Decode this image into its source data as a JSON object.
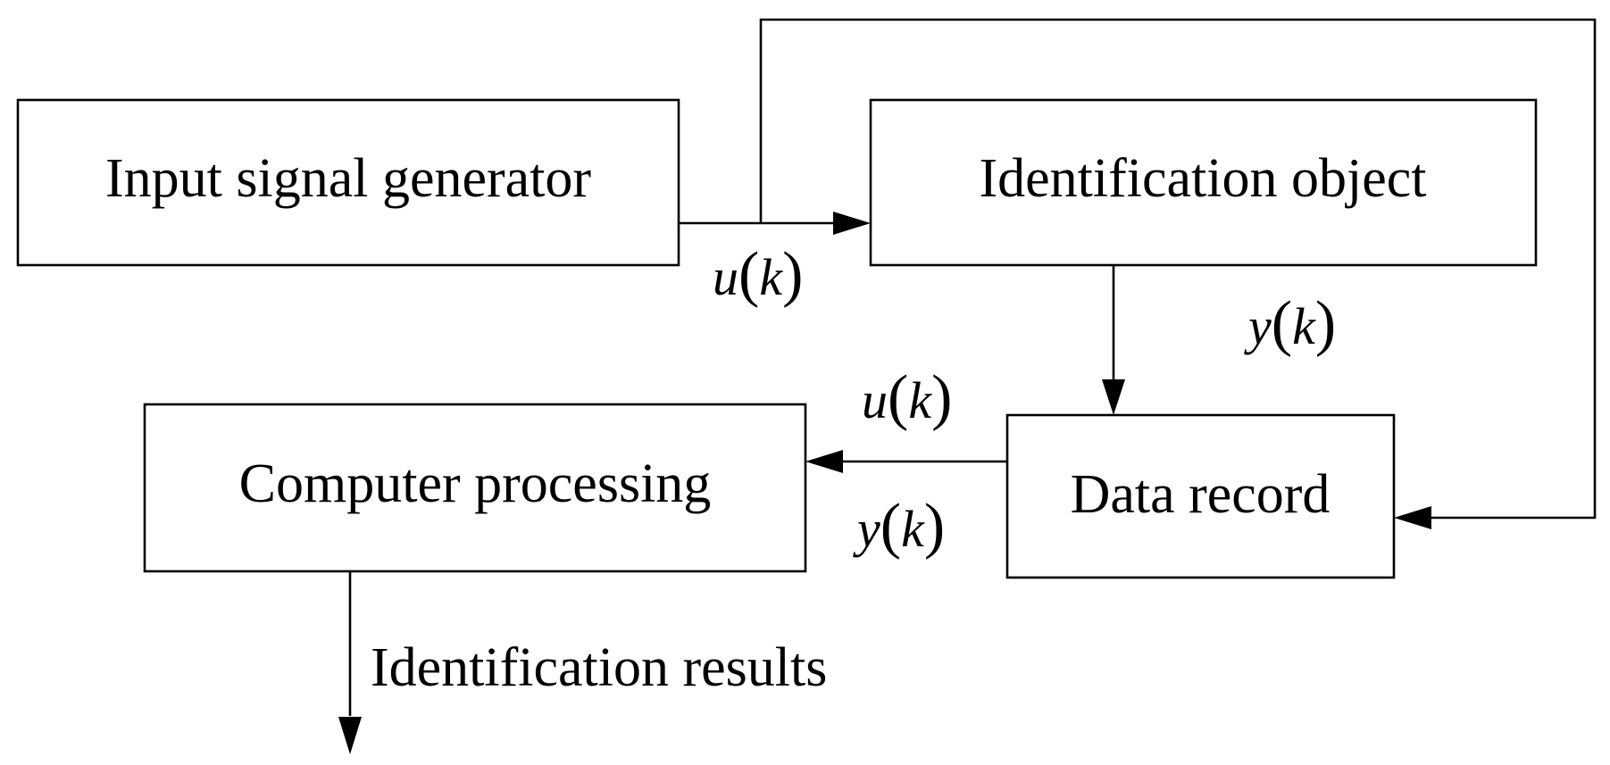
{
  "blocks": {
    "input_generator": "Input signal generator",
    "identification_object": "Identification object",
    "computer_processing": "Computer processing",
    "data_record": "Data record"
  },
  "signals": {
    "input_to_object": {
      "var": "u",
      "arg": "k"
    },
    "object_output": {
      "var": "y",
      "arg": "k"
    },
    "record_out_u": {
      "var": "u",
      "arg": "k"
    },
    "record_out_y": {
      "var": "y",
      "arg": "k"
    }
  },
  "output_label": "Identification results",
  "colors": {
    "line": "#000000",
    "background": "#ffffff"
  }
}
